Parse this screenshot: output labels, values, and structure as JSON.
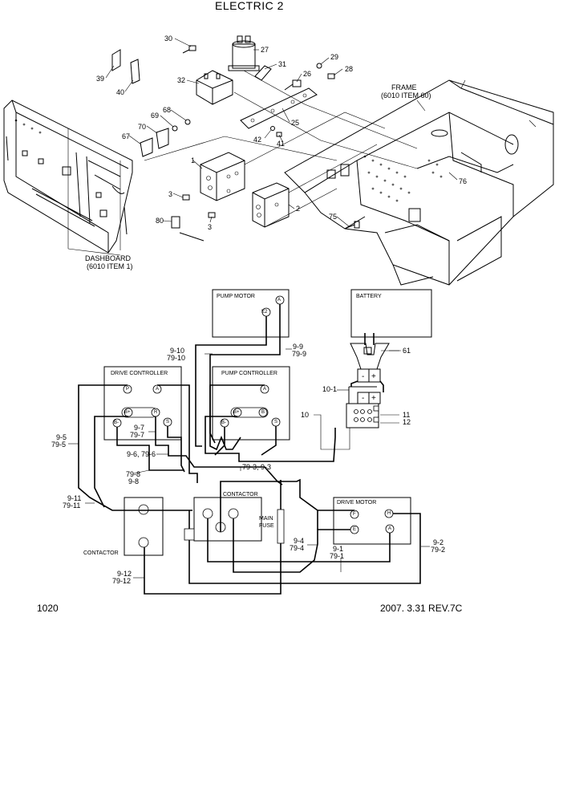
{
  "title": "ELECTRIC 2",
  "footer": {
    "page_number": "1020",
    "revision": "2007. 3.31 REV.7C"
  },
  "assembly": {
    "frame_label": [
      "FRAME",
      "(6010 ITEM 60)"
    ],
    "dashboard_label": [
      "DASHBOARD",
      "(6010 ITEM 1)"
    ],
    "part_numbers": [
      "30",
      "27",
      "31",
      "29",
      "28",
      "39",
      "40",
      "32",
      "26",
      "25",
      "68",
      "69",
      "70",
      "67",
      "42",
      "41",
      "1",
      "3",
      "2",
      "80",
      "3",
      "75",
      "76"
    ]
  },
  "schematic": {
    "pump_motor": {
      "label": "PUMP MOTOR",
      "terminals": [
        "E2",
        "A"
      ]
    },
    "battery": {
      "label": "BATTERY",
      "minus": "-",
      "plus": "+"
    },
    "drive_controller": {
      "label": "DRIVE CONTROLLER",
      "terminals": [
        "P",
        "A",
        "B+",
        "R",
        "B-",
        "S"
      ]
    },
    "pump_controller": {
      "label": "PUMP CONTROLLER",
      "terminals": [
        "A",
        "B+",
        "B",
        "B-",
        "S"
      ]
    },
    "contactor_center": {
      "label": "CONTACTOR"
    },
    "contactor_left": {
      "label": "CONTACTOR"
    },
    "main_fuse": {
      "label": [
        "MAIN",
        "FUSE"
      ]
    },
    "drive_motor": {
      "label": "DRIVE MOTOR",
      "terminals": [
        "F",
        "H",
        "E",
        "A"
      ]
    },
    "connector": {
      "minus": "-",
      "plus": "+"
    },
    "wire_labels": {
      "w9_10": [
        "9-10",
        "79-10"
      ],
      "w9_9": [
        "9-9",
        "79-9"
      ],
      "w61": "61",
      "w10_1": "10-1",
      "w10": "10",
      "w11": "11",
      "w12": "12",
      "w9_5": [
        "9-5",
        "79-5"
      ],
      "w9_7": [
        "9-7",
        "79-7"
      ],
      "w9_6": "9-6, 79-6",
      "w79_3": "79-3, 9-3",
      "w79_8": [
        "79-8",
        "9-8"
      ],
      "w9_11": [
        "9-11",
        "79-11"
      ],
      "w9_4": [
        "9-4",
        "79-4"
      ],
      "w9_1": [
        "9-1",
        "79-1"
      ],
      "w9_2": [
        "9-2",
        "79-2"
      ],
      "w9_12": [
        "9-12",
        "79-12"
      ]
    }
  }
}
